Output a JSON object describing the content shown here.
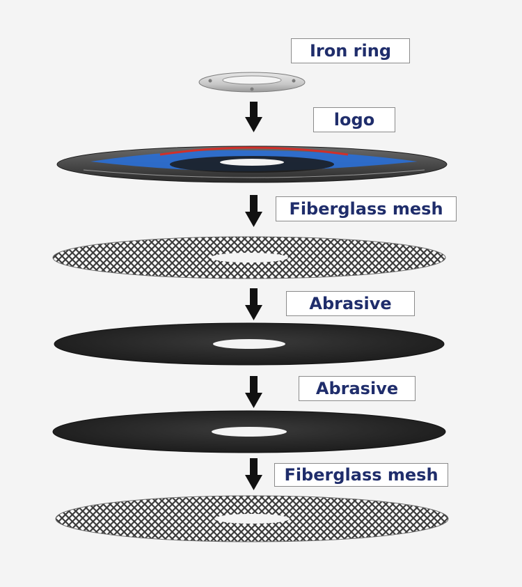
{
  "labels": {
    "iron_ring": "Iron ring",
    "logo": "logo",
    "fiberglass_mesh_top": "Fiberglass mesh",
    "abrasive_1": "Abrasive",
    "abrasive_2": "Abrasive",
    "fiberglass_mesh_bottom": "Fiberglass mesh"
  },
  "colors": {
    "label_text": "#1f2d6b",
    "label_border": "#8a8a8a",
    "arrow": "#111111",
    "abrasive_disc": "#2b2b2b",
    "logo_blue": "#2a6fd6",
    "logo_red": "#d0302a",
    "mesh": "#3a3a3a"
  }
}
